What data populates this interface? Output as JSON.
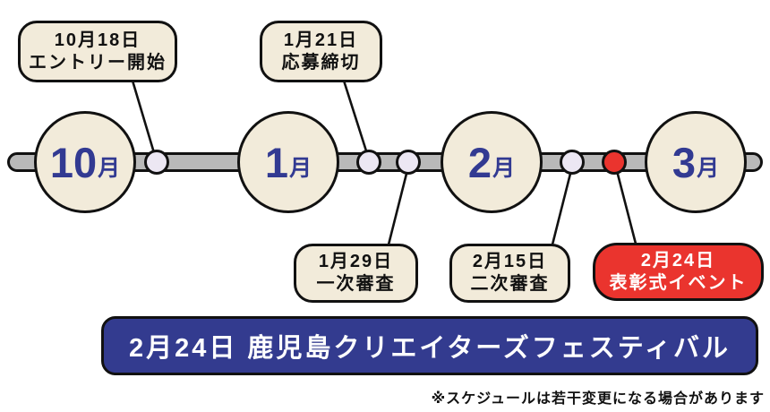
{
  "colors": {
    "cream": "#f2ebda",
    "navy_text": "#323a92",
    "banner_navy": "#333b8f",
    "accent_red": "#ea342e",
    "bar_gray": "#b9b9b9",
    "dot_fill": "#ece7f3",
    "outline": "#111111",
    "white": "#ffffff"
  },
  "timeline": {
    "months": [
      {
        "num": "10",
        "suffix": "月"
      },
      {
        "num": "1",
        "suffix": "月"
      },
      {
        "num": "2",
        "suffix": "月"
      },
      {
        "num": "3",
        "suffix": "月"
      }
    ],
    "events": [
      {
        "date": "10月18日",
        "label": "エントリー開始",
        "position": "top",
        "highlight": false
      },
      {
        "date": "1月21日",
        "label": "応募締切",
        "position": "top",
        "highlight": false
      },
      {
        "date": "1月29日",
        "label": "一次審査",
        "position": "bottom",
        "highlight": false
      },
      {
        "date": "2月15日",
        "label": "二次審査",
        "position": "bottom",
        "highlight": false
      },
      {
        "date": "2月24日",
        "label": "表彰式イベント",
        "position": "bottom",
        "highlight": true
      }
    ]
  },
  "banner": {
    "text": "2月24日 鹿児島クリエイターズフェスティバル"
  },
  "footnote": "※スケジュールは若干変更になる場合があります"
}
